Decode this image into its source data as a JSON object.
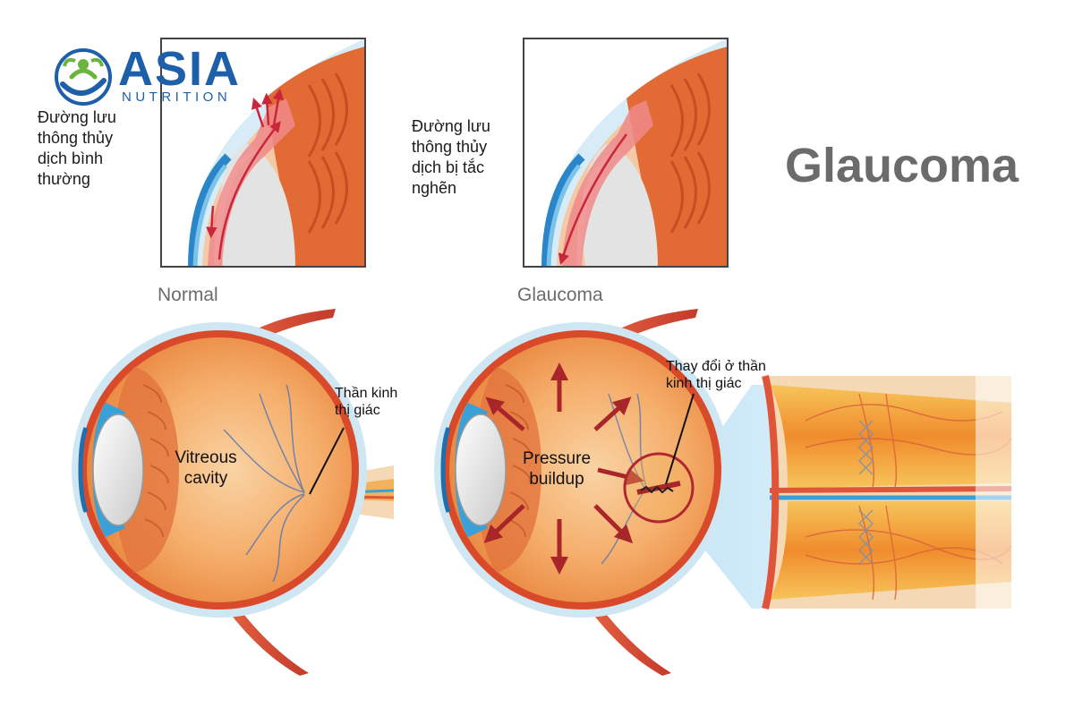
{
  "logo": {
    "name": "ASIA",
    "tagline": "NUTRITION"
  },
  "title": "Glaucoma",
  "panels": {
    "normal": {
      "label": "Normal",
      "note_lines": [
        "Đường lưu",
        "thông thủy",
        "dịch bình",
        "thường"
      ]
    },
    "glaucoma": {
      "label": "Glaucoma",
      "note_lines": [
        "Đường lưu",
        "thông thủy",
        "dịch bị tắc",
        "nghẽn"
      ]
    }
  },
  "eyes": {
    "normal": {
      "label_lines": [
        "Vitreous",
        "cavity"
      ],
      "nerve_lines": [
        "Thần kinh",
        "thị giác"
      ]
    },
    "glaucoma": {
      "label_lines": [
        "Pressure",
        "buildup"
      ],
      "nerve_lines": [
        "Thay đổi ở thần",
        "kinh thị giác"
      ]
    }
  },
  "colors": {
    "brand_blue": "#1d5fa8",
    "brand_green": "#6cb33f",
    "eye_orange": "#f29a4a",
    "muscle_red": "#e0543a",
    "cornea_blue": "#3aa0d8",
    "arrow_red": "#a8252a"
  }
}
